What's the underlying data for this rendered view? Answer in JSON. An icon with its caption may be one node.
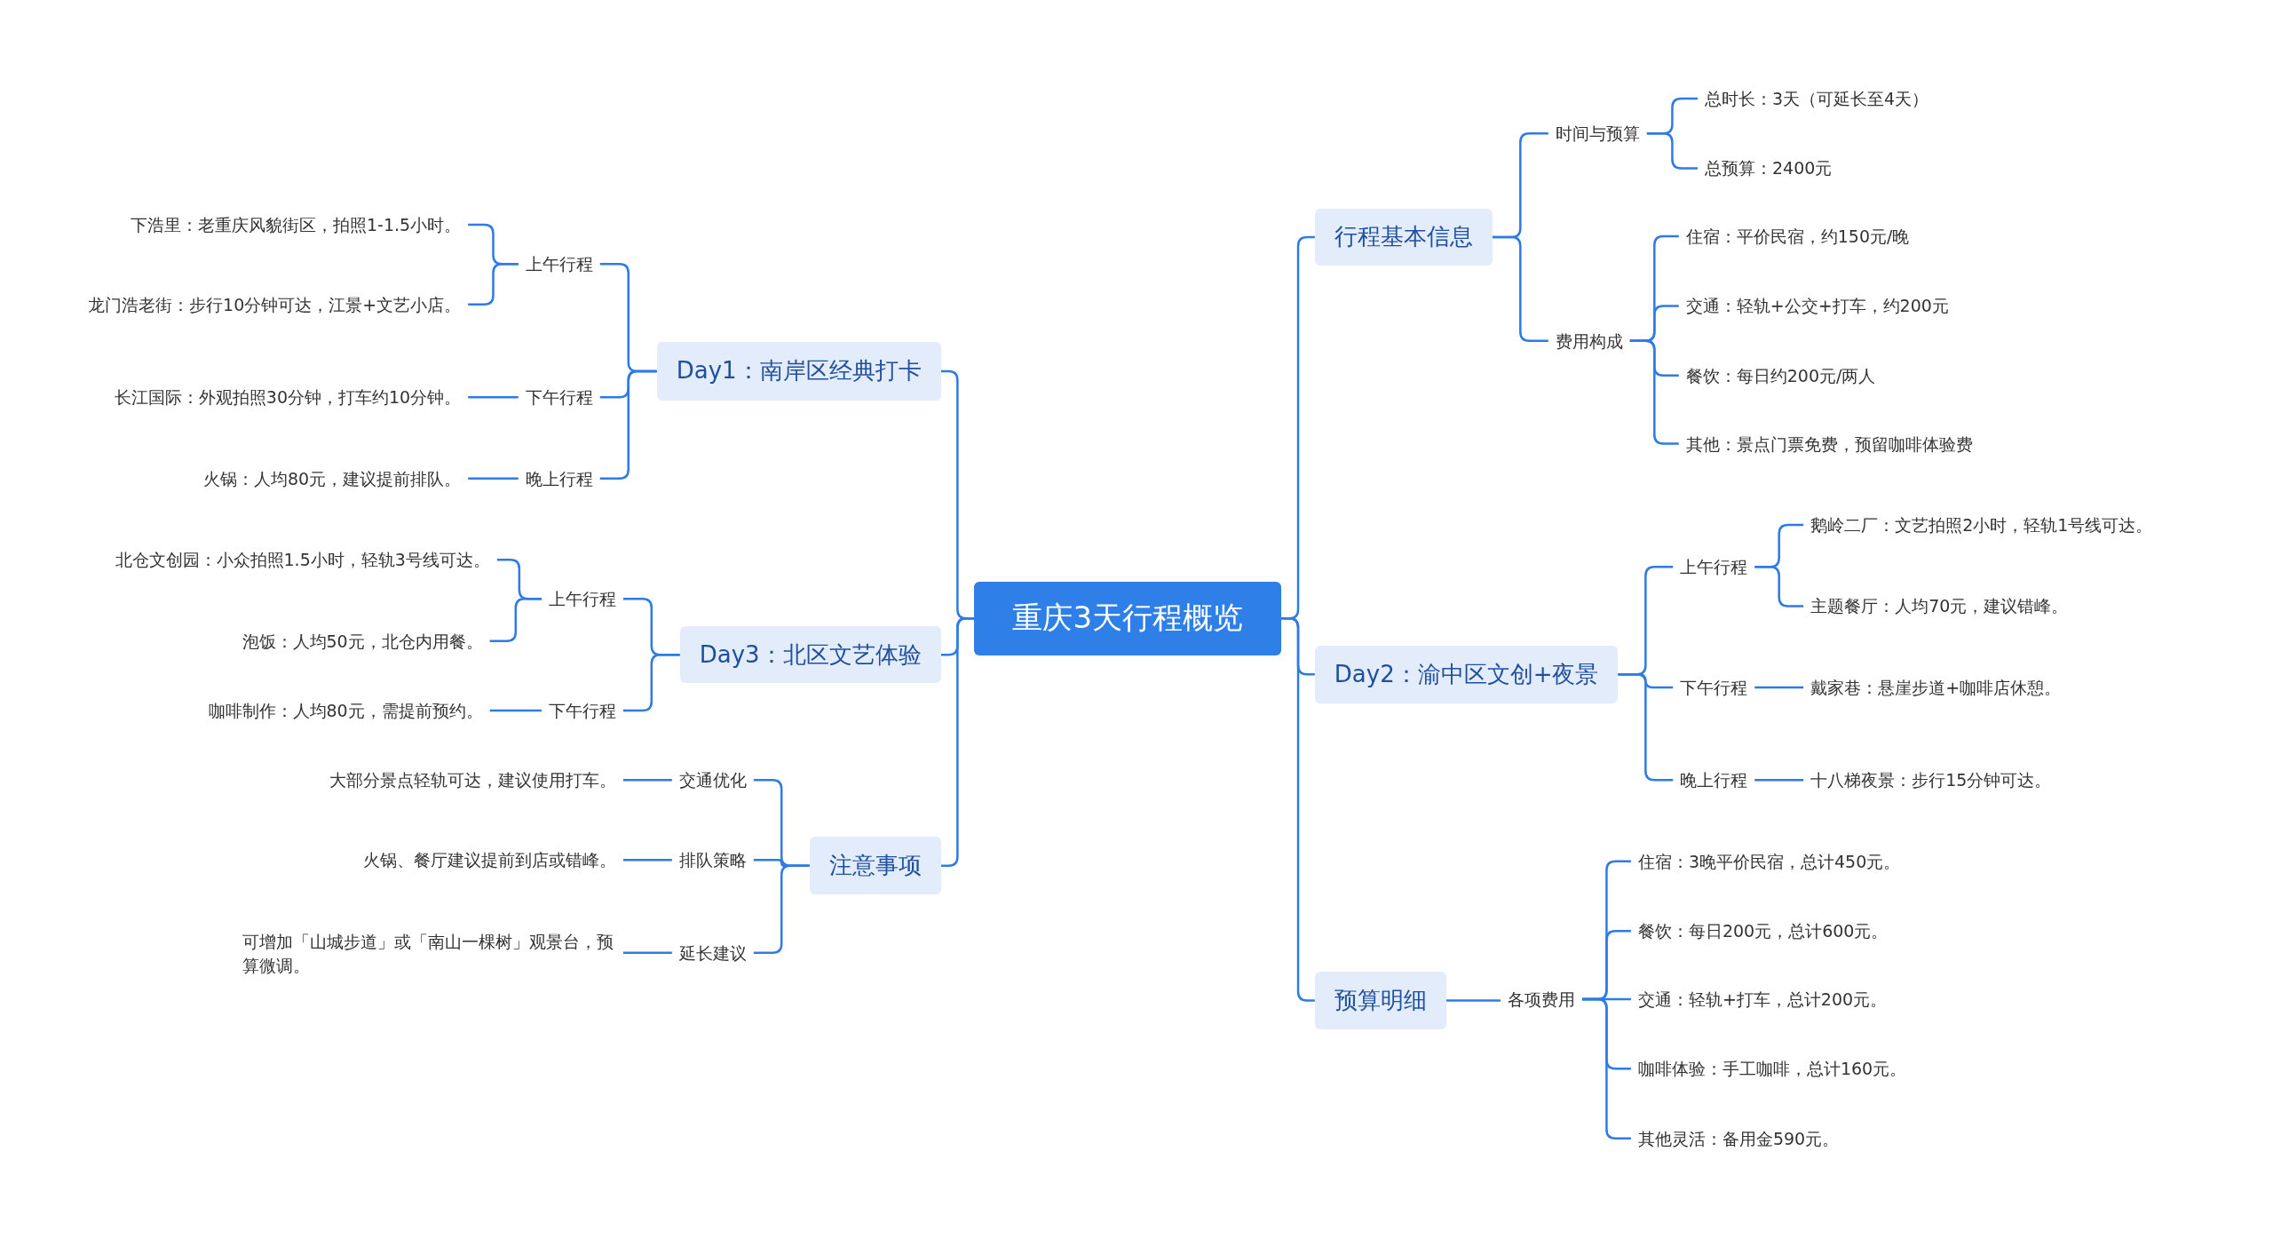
{
  "diagram": {
    "nodes": [
      {
        "text": [
          "重庆3天行程概览"
        ]
      },
      {
        "text": [
          "行程基本信息"
        ]
      },
      {
        "text": [
          "时间与预算"
        ]
      },
      {
        "text": [
          "总时长：3天（可延长至4天）"
        ]
      },
      {
        "text": [
          "总预算：2400元"
        ]
      },
      {
        "text": [
          "费用构成"
        ]
      },
      {
        "text": [
          "住宿：平价民宿，约150元/晚"
        ]
      },
      {
        "text": [
          "交通：轻轨+公交+打车，约200元"
        ]
      },
      {
        "text": [
          "餐饮：每日约200元/两人"
        ]
      },
      {
        "text": [
          "其他：景点门票免费，预留咖啡体验费"
        ]
      },
      {
        "text": [
          "Day2：渝中区文创+夜景"
        ]
      },
      {
        "text": [
          "上午行程"
        ]
      },
      {
        "text": [
          "鹅岭二厂：文艺拍照2小时，轻轨1号线可达。"
        ]
      },
      {
        "text": [
          "主题餐厅：人均70元，建议错峰。"
        ]
      },
      {
        "text": [
          "下午行程"
        ]
      },
      {
        "text": [
          "戴家巷：悬崖步道+咖啡店休憩。"
        ]
      },
      {
        "text": [
          "晚上行程"
        ]
      },
      {
        "text": [
          "十八梯夜景：步行15分钟可达。"
        ]
      },
      {
        "text": [
          "预算明细"
        ]
      },
      {
        "text": [
          "各项费用"
        ]
      },
      {
        "text": [
          "住宿：3晚平价民宿，总计450元。"
        ]
      },
      {
        "text": [
          "餐饮：每日200元，总计600元。"
        ]
      },
      {
        "text": [
          "交通：轻轨+打车，总计200元。"
        ]
      },
      {
        "text": [
          "咖啡体验：手工咖啡，总计160元。"
        ]
      },
      {
        "text": [
          "其他灵活：备用金590元。"
        ]
      },
      {
        "text": [
          "Day1：南岸区经典打卡"
        ]
      },
      {
        "text": [
          "上午行程"
        ]
      },
      {
        "text": [
          "下浩里：老重庆风貌街区，拍照1-1.5小时。"
        ]
      },
      {
        "text": [
          "龙门浩老街：步行10分钟可达，江景+文艺小店。"
        ]
      },
      {
        "text": [
          "下午行程"
        ]
      },
      {
        "text": [
          "长江国际：外观拍照30分钟，打车约10分钟。"
        ]
      },
      {
        "text": [
          "晚上行程"
        ]
      },
      {
        "text": [
          "火锅：人均80元，建议提前排队。"
        ]
      },
      {
        "text": [
          "Day3：北区文艺体验"
        ]
      },
      {
        "text": [
          "上午行程"
        ]
      },
      {
        "text": [
          "北仓文创园：小众拍照1.5小时，轻轨3号线可达。"
        ]
      },
      {
        "text": [
          "泡饭：人均50元，北仓内用餐。"
        ]
      },
      {
        "text": [
          "下午行程"
        ]
      },
      {
        "text": [
          "咖啡制作：人均80元，需提前预约。"
        ]
      },
      {
        "text": [
          "注意事项"
        ]
      },
      {
        "text": [
          "交通优化"
        ]
      },
      {
        "text": [
          "大部分景点轻轨可达，建议使用打车。"
        ]
      },
      {
        "text": [
          "排队策略"
        ]
      },
      {
        "text": [
          "火锅、餐厅建议提前到店或错峰。"
        ]
      },
      {
        "text": [
          "延长建议"
        ]
      },
      {
        "text": [
          "可增加「山城步道」或「南山一棵树」观景台，预算微调。"
        ]
      }
    ],
    "edges": [
      {
        "from": 0,
        "to": 1,
        "arrow": "none"
      },
      {
        "from": 1,
        "to": 2,
        "arrow": "none"
      },
      {
        "from": 2,
        "to": 3,
        "arrow": "none"
      },
      {
        "from": 2,
        "to": 4,
        "arrow": "none"
      },
      {
        "from": 1,
        "to": 5,
        "arrow": "none"
      },
      {
        "from": 5,
        "to": 6,
        "arrow": "none"
      },
      {
        "from": 5,
        "to": 7,
        "arrow": "none"
      },
      {
        "from": 5,
        "to": 8,
        "arrow": "none"
      },
      {
        "from": 5,
        "to": 9,
        "arrow": "none"
      },
      {
        "from": 0,
        "to": 10,
        "arrow": "none"
      },
      {
        "from": 10,
        "to": 11,
        "arrow": "none"
      },
      {
        "from": 11,
        "to": 12,
        "arrow": "none"
      },
      {
        "from": 11,
        "to": 13,
        "arrow": "none"
      },
      {
        "from": 10,
        "to": 14,
        "arrow": "none"
      },
      {
        "from": 14,
        "to": 15,
        "arrow": "none"
      },
      {
        "from": 10,
        "to": 16,
        "arrow": "none"
      },
      {
        "from": 16,
        "to": 17,
        "arrow": "none"
      },
      {
        "from": 0,
        "to": 18,
        "arrow": "none"
      },
      {
        "from": 18,
        "to": 19,
        "arrow": "none"
      },
      {
        "from": 19,
        "to": 20,
        "arrow": "none"
      },
      {
        "from": 19,
        "to": 21,
        "arrow": "none"
      },
      {
        "from": 19,
        "to": 22,
        "arrow": "none"
      },
      {
        "from": 19,
        "to": 23,
        "arrow": "none"
      },
      {
        "from": 19,
        "to": 24,
        "arrow": "none"
      },
      {
        "from": 0,
        "to": 25,
        "arrow": "none"
      },
      {
        "from": 25,
        "to": 26,
        "arrow": "none"
      },
      {
        "from": 26,
        "to": 27,
        "arrow": "none"
      },
      {
        "from": 26,
        "to": 28,
        "arrow": "none"
      },
      {
        "from": 25,
        "to": 29,
        "arrow": "none"
      },
      {
        "from": 29,
        "to": 30,
        "arrow": "none"
      },
      {
        "from": 25,
        "to": 31,
        "arrow": "none"
      },
      {
        "from": 31,
        "to": 32,
        "arrow": "none"
      },
      {
        "from": 0,
        "to": 33,
        "arrow": "none"
      },
      {
        "from": 33,
        "to": 34,
        "arrow": "none"
      },
      {
        "from": 34,
        "to": 35,
        "arrow": "none"
      },
      {
        "from": 34,
        "to": 36,
        "arrow": "none"
      },
      {
        "from": 33,
        "to": 37,
        "arrow": "none"
      },
      {
        "from": 37,
        "to": 38,
        "arrow": "none"
      },
      {
        "from": 0,
        "to": 39,
        "arrow": "none"
      },
      {
        "from": 39,
        "to": 40,
        "arrow": "none"
      },
      {
        "from": 40,
        "to": 41,
        "arrow": "none"
      },
      {
        "from": 39,
        "to": 42,
        "arrow": "none"
      },
      {
        "from": 42,
        "to": 43,
        "arrow": "none"
      },
      {
        "from": 39,
        "to": 44,
        "arrow": "none"
      },
      {
        "from": 44,
        "to": 45,
        "arrow": "none"
      }
    ]
  }
}
